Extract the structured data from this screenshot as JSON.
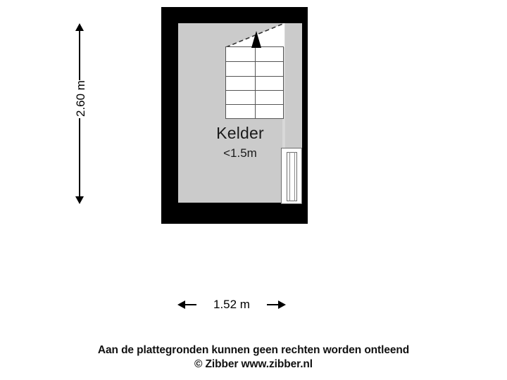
{
  "plan": {
    "title": "Kelder",
    "room": {
      "name": "Kelder",
      "height_note": "<1.5m"
    },
    "dimensions": {
      "vertical_label": "2.60 m",
      "horizontal_label": "1.52 m"
    },
    "features": {
      "staircase": "staircase-up",
      "window": "window"
    },
    "colors": {
      "wall": "#000000",
      "floor": "#cbcbcb",
      "background": "#ffffff",
      "line": "#555555"
    }
  },
  "footer": {
    "line1": "Aan de plattegronden kunnen geen rechten worden ontleend",
    "line2": "© Zibber www.zibber.nl"
  }
}
